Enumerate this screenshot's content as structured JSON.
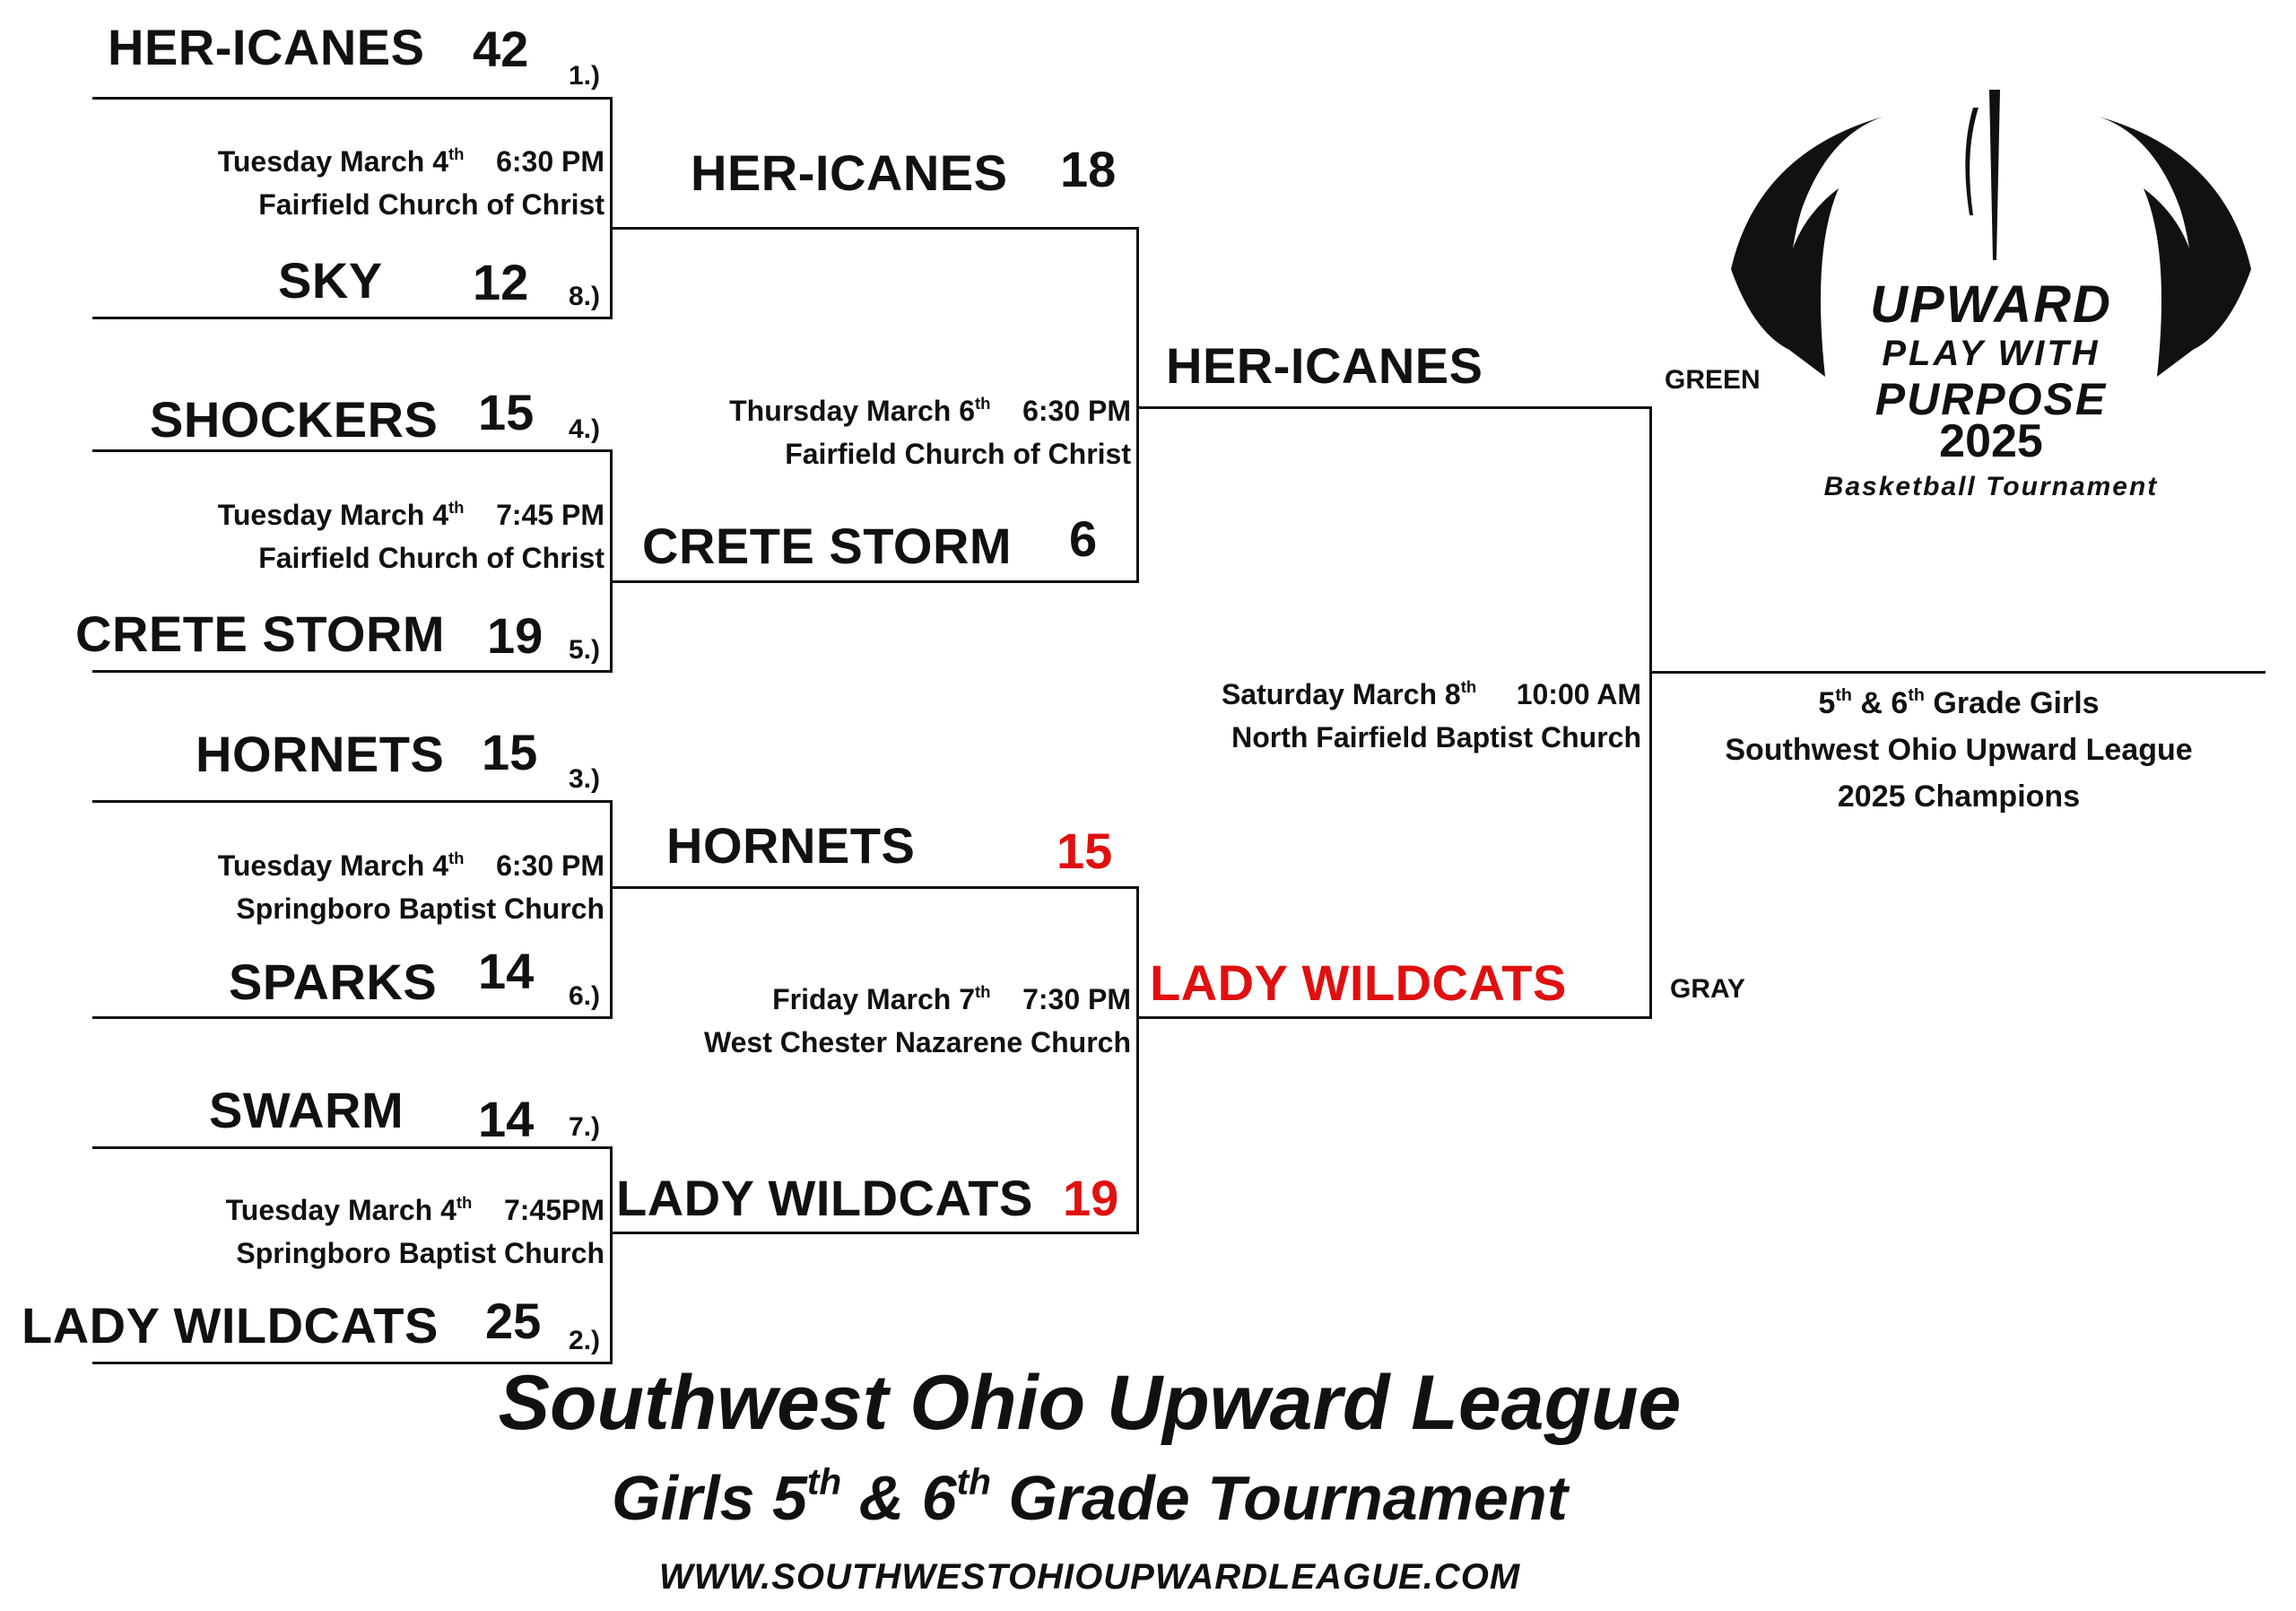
{
  "round1": [
    {
      "top": {
        "team": "HER-ICANES",
        "score": "42",
        "seed": "1.)"
      },
      "bottom": {
        "team": "SKY",
        "score": "12",
        "seed": "8.)"
      },
      "date": "Tuesday March 4",
      "date_sup": "th",
      "time": "6:30 PM",
      "location": "Fairfield Church of Christ"
    },
    {
      "top": {
        "team": "SHOCKERS",
        "score": "15",
        "seed": "4.)"
      },
      "bottom": {
        "team": "CRETE STORM",
        "score": "19",
        "seed": "5.)"
      },
      "date": "Tuesday March 4",
      "date_sup": "th",
      "time": "7:45 PM",
      "location": "Fairfield Church of Christ"
    },
    {
      "top": {
        "team": "HORNETS",
        "score": "15",
        "seed": "3.)"
      },
      "bottom": {
        "team": "SPARKS",
        "score": "14",
        "seed": "6.)"
      },
      "date": "Tuesday March 4",
      "date_sup": "th",
      "time": "6:30 PM",
      "location": "Springboro Baptist Church"
    },
    {
      "top": {
        "team": "SWARM",
        "score": "14",
        "seed": "7.)"
      },
      "bottom": {
        "team": "LADY WILDCATS",
        "score": "25",
        "seed": "2.)"
      },
      "date": "Tuesday March 4",
      "date_sup": "th",
      "time": "7:45PM",
      "location": "Springboro Baptist Church"
    }
  ],
  "semis": [
    {
      "top": {
        "team": "HER-ICANES",
        "score": "18"
      },
      "bottom": {
        "team": "CRETE STORM",
        "score": "6"
      },
      "date": "Thursday March 6",
      "date_sup": "th",
      "time": "6:30 PM",
      "location": "Fairfield Church of Christ"
    },
    {
      "top": {
        "team": "HORNETS",
        "score": "15"
      },
      "bottom": {
        "team": "LADY WILDCATS",
        "score": "19"
      },
      "date": "Friday March 7",
      "date_sup": "th",
      "time": "7:30 PM",
      "location": "West Chester Nazarene Church"
    }
  ],
  "final": {
    "top": {
      "team": "HER-ICANES",
      "color_label": "GREEN"
    },
    "bottom": {
      "team": "LADY WILDCATS",
      "color_label": "GRAY"
    },
    "date": "Saturday March 8",
    "date_sup": "th",
    "time": "10:00 AM",
    "location": "North Fairfield Baptist Church"
  },
  "champion": {
    "line1_a": "5",
    "line1_a_sup": "th",
    "line1_b": " & 6",
    "line1_b_sup": "th",
    "line1_c": " Grade Girls",
    "line2": "Southwest Ohio Upward League",
    "line3": "2025 Champions"
  },
  "logo": {
    "brand": "UPWARD",
    "line1": "PLAY WITH",
    "line2": "PURPOSE",
    "year": "2025",
    "sub": "Basketball Tournament"
  },
  "footer": {
    "title": "Southwest Ohio Upward League",
    "sub_a": "Girls 5",
    "sub_a_sup": "th",
    "sub_b": " & 6",
    "sub_b_sup": "th",
    "sub_c": " Grade Tournament",
    "url": "WWW.SOUTHWESTOHIOUPWARDLEAGUE.COM"
  },
  "colors": {
    "highlight": "#e01010",
    "ink": "#111111"
  }
}
